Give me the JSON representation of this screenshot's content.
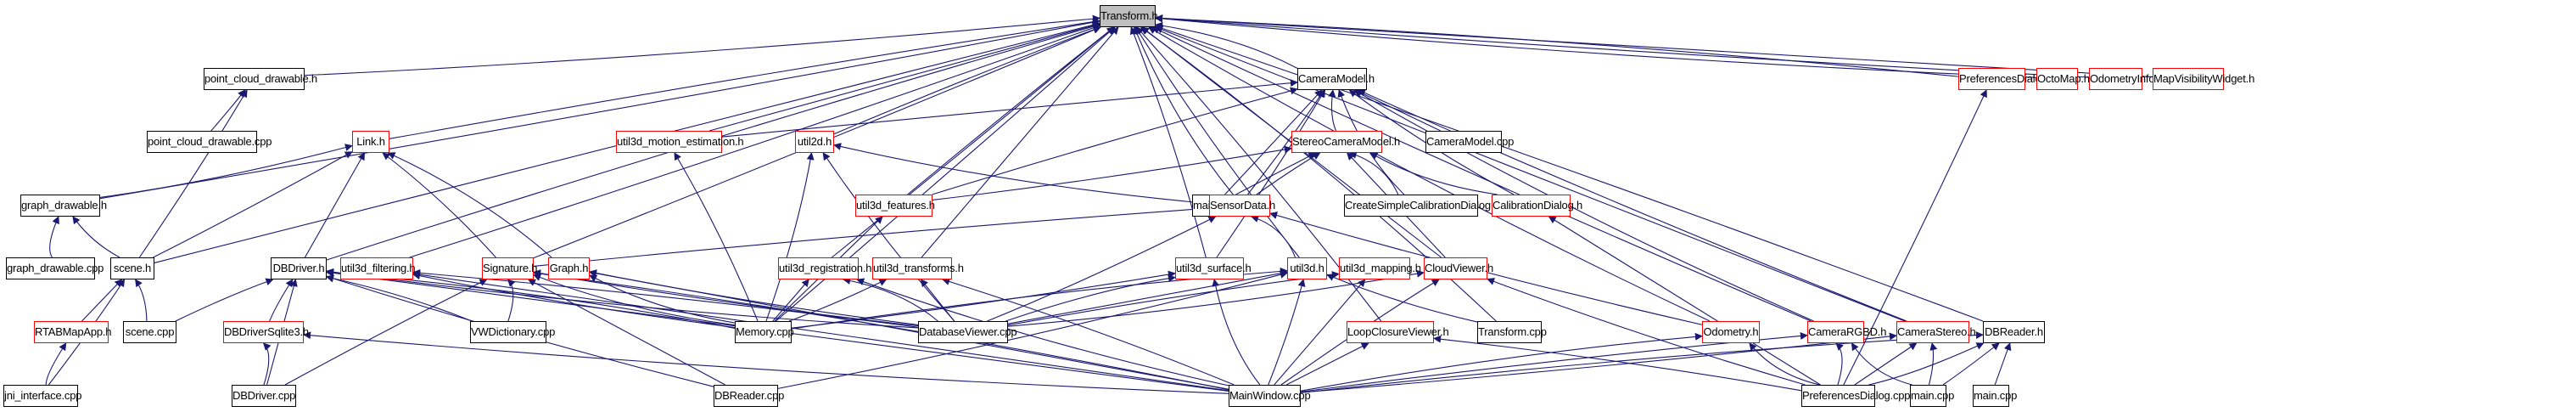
{
  "diagram": {
    "type": "include-dependency-graph",
    "root": "Transform.h",
    "colors": {
      "edge": "#191970",
      "root_fill": "#bfbfbf",
      "node_border": "#000000",
      "incomplete_border": "#ff0000"
    },
    "nodes": [
      {
        "id": "transform_h",
        "label": "Transform.h",
        "kind": "root"
      },
      {
        "id": "point_cloud_drawable_h",
        "label": "point_cloud_drawable.h",
        "kind": "normal"
      },
      {
        "id": "point_cloud_drawable_cpp",
        "label": "point_cloud_drawable.cpp",
        "kind": "normal"
      },
      {
        "id": "link_h",
        "label": "Link.h",
        "kind": "incomplete"
      },
      {
        "id": "graph_drawable_h",
        "label": "graph_drawable.h",
        "kind": "normal"
      },
      {
        "id": "graph_drawable_cpp",
        "label": "graph_drawable.cpp",
        "kind": "normal"
      },
      {
        "id": "scene_h",
        "label": "scene.h",
        "kind": "normal"
      },
      {
        "id": "rtabmapapp_h",
        "label": "RTABMapApp.h",
        "kind": "incomplete"
      },
      {
        "id": "scene_cpp",
        "label": "scene.cpp",
        "kind": "normal"
      },
      {
        "id": "jni_interface_cpp",
        "label": "jni_interface.cpp",
        "kind": "normal"
      },
      {
        "id": "dbdriver_h",
        "label": "DBDriver.h",
        "kind": "normal"
      },
      {
        "id": "util3d_filtering_h",
        "label": "util3d_filtering.h",
        "kind": "incomplete"
      },
      {
        "id": "dbdriversqlite3_h",
        "label": "DBDriverSqlite3.h",
        "kind": "incomplete"
      },
      {
        "id": "dbdriver_cpp",
        "label": "DBDriver.cpp",
        "kind": "normal"
      },
      {
        "id": "util3d_motion_estimation_h",
        "label": "util3d_motion_estimation.h",
        "kind": "incomplete"
      },
      {
        "id": "util2d_h",
        "label": "util2d.h",
        "kind": "incomplete"
      },
      {
        "id": "util3d_features_h",
        "label": "util3d_features.h",
        "kind": "incomplete"
      },
      {
        "id": "signature_h",
        "label": "Signature.h",
        "kind": "incomplete"
      },
      {
        "id": "graph_h",
        "label": "Graph.h",
        "kind": "incomplete"
      },
      {
        "id": "vwdictionary_cpp",
        "label": "VWDictionary.cpp",
        "kind": "normal"
      },
      {
        "id": "memory_cpp",
        "label": "Memory.cpp",
        "kind": "normal"
      },
      {
        "id": "util3d_registration_h",
        "label": "util3d_registration.h",
        "kind": "incomplete"
      },
      {
        "id": "util3d_transforms_h",
        "label": "util3d_transforms.h",
        "kind": "incomplete"
      },
      {
        "id": "databaseviewer_cpp",
        "label": "DatabaseViewer.cpp",
        "kind": "normal"
      },
      {
        "id": "dbreader_cpp",
        "label": "DBReader.cpp",
        "kind": "normal"
      },
      {
        "id": "cameramodel_h",
        "label": "CameraModel.h",
        "kind": "normal"
      },
      {
        "id": "stereocameramodel_h",
        "label": "StereoCameraModel.h",
        "kind": "incomplete"
      },
      {
        "id": "cameramodel_cpp",
        "label": "CameraModel.cpp",
        "kind": "normal"
      },
      {
        "id": "main_cpp_1",
        "label": "main.cpp",
        "kind": "normal"
      },
      {
        "id": "sensordata_h",
        "label": "SensorData.h",
        "kind": "incomplete"
      },
      {
        "id": "createsimplecalibrationdialog_cpp",
        "label": "CreateSimpleCalibrationDialog.cpp",
        "kind": "normal"
      },
      {
        "id": "calibrationdialog_h",
        "label": "CalibrationDialog.h",
        "kind": "incomplete"
      },
      {
        "id": "util3d_surface_h",
        "label": "util3d_surface.h",
        "kind": "incomplete"
      },
      {
        "id": "util3d_h",
        "label": "util3d.h",
        "kind": "incomplete"
      },
      {
        "id": "util3d_mapping_h",
        "label": "util3d_mapping.h",
        "kind": "incomplete"
      },
      {
        "id": "cloudviewer_h",
        "label": "CloudViewer.h",
        "kind": "incomplete"
      },
      {
        "id": "loopclosureviewer_h",
        "label": "LoopClosureViewer.h",
        "kind": "incomplete"
      },
      {
        "id": "transform_cpp",
        "label": "Transform.cpp",
        "kind": "normal"
      },
      {
        "id": "odometry_h",
        "label": "Odometry.h",
        "kind": "incomplete"
      },
      {
        "id": "mainwindow_cpp",
        "label": "MainWindow.cpp",
        "kind": "normal"
      },
      {
        "id": "camerargbd_h",
        "label": "CameraRGBD.h",
        "kind": "incomplete"
      },
      {
        "id": "camerastereo_h",
        "label": "CameraStereo.h",
        "kind": "incomplete"
      },
      {
        "id": "dbreader_h",
        "label": "DBReader.h",
        "kind": "normal"
      },
      {
        "id": "preferencesdialog_cpp",
        "label": "PreferencesDialog.cpp",
        "kind": "normal"
      },
      {
        "id": "main_cpp_2",
        "label": "main.cpp",
        "kind": "normal"
      },
      {
        "id": "main_cpp_3",
        "label": "main.cpp",
        "kind": "normal"
      },
      {
        "id": "preferencesdialog_h",
        "label": "PreferencesDialog.h",
        "kind": "incomplete"
      },
      {
        "id": "octomap_h",
        "label": "OctoMap.h",
        "kind": "incomplete"
      },
      {
        "id": "odometryinfo_h",
        "label": "OdometryInfo.h",
        "kind": "incomplete"
      },
      {
        "id": "mapvisibilitywidget_h",
        "label": "MapVisibilityWidget.h",
        "kind": "incomplete"
      }
    ],
    "edges": [
      [
        "point_cloud_drawable_h",
        "transform_h"
      ],
      [
        "graph_drawable_h",
        "transform_h"
      ],
      [
        "scene_h",
        "transform_h"
      ],
      [
        "link_h",
        "transform_h"
      ],
      [
        "dbdriver_h",
        "transform_h"
      ],
      [
        "util3d_filtering_h",
        "transform_h"
      ],
      [
        "signature_h",
        "transform_h"
      ],
      [
        "util3d_motion_estimation_h",
        "transform_h"
      ],
      [
        "util2d_h",
        "transform_h"
      ],
      [
        "util3d_features_h",
        "transform_h"
      ],
      [
        "memory_cpp",
        "transform_h"
      ],
      [
        "util3d_registration_h",
        "transform_h"
      ],
      [
        "util3d_transforms_h",
        "transform_h"
      ],
      [
        "util3d_surface_h",
        "transform_h"
      ],
      [
        "cameramodel_h",
        "transform_h"
      ],
      [
        "sensordata_h",
        "transform_h"
      ],
      [
        "util3d_h",
        "transform_h"
      ],
      [
        "cloudviewer_h",
        "transform_h"
      ],
      [
        "loopclosureviewer_h",
        "transform_h"
      ],
      [
        "transform_cpp",
        "transform_h"
      ],
      [
        "odometry_h",
        "transform_h"
      ],
      [
        "camerargbd_h",
        "transform_h"
      ],
      [
        "camerastereo_h",
        "transform_h"
      ],
      [
        "dbreader_h",
        "transform_h"
      ],
      [
        "preferencesdialog_h",
        "transform_h"
      ],
      [
        "octomap_h",
        "transform_h"
      ],
      [
        "odometryinfo_h",
        "transform_h"
      ],
      [
        "mapvisibilitywidget_h",
        "transform_h"
      ],
      [
        "point_cloud_drawable_cpp",
        "point_cloud_drawable_h"
      ],
      [
        "scene_h",
        "point_cloud_drawable_h"
      ],
      [
        "graph_drawable_h",
        "link_h"
      ],
      [
        "scene_h",
        "link_h"
      ],
      [
        "dbdriver_h",
        "link_h"
      ],
      [
        "signature_h",
        "link_h"
      ],
      [
        "graph_h",
        "link_h"
      ],
      [
        "graph_drawable_cpp",
        "graph_drawable_h"
      ],
      [
        "scene_h",
        "graph_drawable_h"
      ],
      [
        "rtabmapapp_h",
        "scene_h"
      ],
      [
        "scene_cpp",
        "scene_h"
      ],
      [
        "jni_interface_cpp",
        "scene_h"
      ],
      [
        "jni_interface_cpp",
        "rtabmapapp_h"
      ],
      [
        "dbdriversqlite3_h",
        "dbdriver_h"
      ],
      [
        "dbdriver_cpp",
        "dbdriver_h"
      ],
      [
        "vwdictionary_cpp",
        "dbdriver_h"
      ],
      [
        "memory_cpp",
        "dbdriver_h"
      ],
      [
        "databaseviewer_cpp",
        "dbdriver_h"
      ],
      [
        "dbreader_cpp",
        "dbdriver_h"
      ],
      [
        "mainwindow_cpp",
        "dbdriver_h"
      ],
      [
        "scene_cpp",
        "dbdriver_h"
      ],
      [
        "dbdriver_cpp",
        "dbdriversqlite3_h"
      ],
      [
        "mainwindow_cpp",
        "dbdriversqlite3_h"
      ],
      [
        "memory_cpp",
        "util3d_filtering_h"
      ],
      [
        "mainwindow_cpp",
        "util3d_filtering_h"
      ],
      [
        "databaseviewer_cpp",
        "util3d_filtering_h"
      ],
      [
        "vwdictionary_cpp",
        "signature_h"
      ],
      [
        "memory_cpp",
        "signature_h"
      ],
      [
        "databaseviewer_cpp",
        "signature_h"
      ],
      [
        "dbreader_cpp",
        "signature_h"
      ],
      [
        "dbdriver_cpp",
        "signature_h"
      ],
      [
        "mainwindow_cpp",
        "signature_h"
      ],
      [
        "memory_cpp",
        "graph_h"
      ],
      [
        "databaseviewer_cpp",
        "graph_h"
      ],
      [
        "mainwindow_cpp",
        "graph_h"
      ],
      [
        "memory_cpp",
        "util3d_motion_estimation_h"
      ],
      [
        "memory_cpp",
        "util2d_h"
      ],
      [
        "main_cpp_1",
        "util2d_h"
      ],
      [
        "databaseviewer_cpp",
        "util2d_h"
      ],
      [
        "memory_cpp",
        "util3d_features_h"
      ],
      [
        "memory_cpp",
        "util3d_registration_h"
      ],
      [
        "databaseviewer_cpp",
        "util3d_registration_h"
      ],
      [
        "mainwindow_cpp",
        "util3d_registration_h"
      ],
      [
        "memory_cpp",
        "util3d_transforms_h"
      ],
      [
        "databaseviewer_cpp",
        "util3d_transforms_h"
      ],
      [
        "mainwindow_cpp",
        "util3d_transforms_h"
      ],
      [
        "databaseviewer_cpp",
        "util3d_surface_h"
      ],
      [
        "mainwindow_cpp",
        "util3d_surface_h"
      ],
      [
        "memory_cpp",
        "util3d_surface_h"
      ],
      [
        "databaseviewer_cpp",
        "util3d_h"
      ],
      [
        "mainwindow_cpp",
        "util3d_h"
      ],
      [
        "memory_cpp",
        "util3d_h"
      ],
      [
        "dbreader_cpp",
        "util3d_h"
      ],
      [
        "transform_cpp",
        "util3d_h"
      ],
      [
        "mainwindow_cpp",
        "util3d_mapping_h"
      ],
      [
        "databaseviewer_cpp",
        "util3d_mapping_h"
      ],
      [
        "mainwindow_cpp",
        "cloudviewer_h"
      ],
      [
        "databaseviewer_cpp",
        "cloudviewer_h"
      ],
      [
        "preferencesdialog_cpp",
        "cloudviewer_h"
      ],
      [
        "mainwindow_cpp",
        "loopclosureviewer_h"
      ],
      [
        "preferencesdialog_cpp",
        "loopclosureviewer_h"
      ],
      [
        "mainwindow_cpp",
        "odometry_h"
      ],
      [
        "preferencesdialog_cpp",
        "odometry_h"
      ],
      [
        "stereocameramodel_h",
        "cameramodel_h"
      ],
      [
        "cameramodel_cpp",
        "cameramodel_h"
      ],
      [
        "main_cpp_1",
        "cameramodel_h"
      ],
      [
        "sensordata_h",
        "cameramodel_h"
      ],
      [
        "createsimplecalibrationdialog_cpp",
        "cameramodel_h"
      ],
      [
        "calibrationdialog_h",
        "cameramodel_h"
      ],
      [
        "util3d_motion_estimation_h",
        "cameramodel_h"
      ],
      [
        "util3d_features_h",
        "cameramodel_h"
      ],
      [
        "util3d_surface_h",
        "cameramodel_h"
      ],
      [
        "camerargbd_h",
        "cameramodel_h"
      ],
      [
        "camerastereo_h",
        "cameramodel_h"
      ],
      [
        "main_cpp_1",
        "stereocameramodel_h"
      ],
      [
        "sensordata_h",
        "stereocameramodel_h"
      ],
      [
        "createsimplecalibrationdialog_cpp",
        "stereocameramodel_h"
      ],
      [
        "calibrationdialog_h",
        "stereocameramodel_h"
      ],
      [
        "util3d_features_h",
        "stereocameramodel_h"
      ],
      [
        "cloudviewer_h",
        "stereocameramodel_h"
      ],
      [
        "signature_h",
        "sensordata_h"
      ],
      [
        "util3d_h",
        "sensordata_h"
      ],
      [
        "databaseviewer_cpp",
        "sensordata_h"
      ],
      [
        "odometry_h",
        "sensordata_h"
      ],
      [
        "preferencesdialog_cpp",
        "calibrationdialog_h"
      ],
      [
        "mainwindow_cpp",
        "camerargbd_h"
      ],
      [
        "preferencesdialog_cpp",
        "camerargbd_h"
      ],
      [
        "main_cpp_2",
        "camerargbd_h"
      ],
      [
        "mainwindow_cpp",
        "camerastereo_h"
      ],
      [
        "preferencesdialog_cpp",
        "camerastereo_h"
      ],
      [
        "main_cpp_2",
        "camerastereo_h"
      ],
      [
        "mainwindow_cpp",
        "dbreader_h"
      ],
      [
        "preferencesdialog_cpp",
        "dbreader_h"
      ],
      [
        "main_cpp_2",
        "dbreader_h"
      ],
      [
        "main_cpp_3",
        "dbreader_h"
      ],
      [
        "preferencesdialog_cpp",
        "preferencesdialog_h"
      ]
    ]
  }
}
